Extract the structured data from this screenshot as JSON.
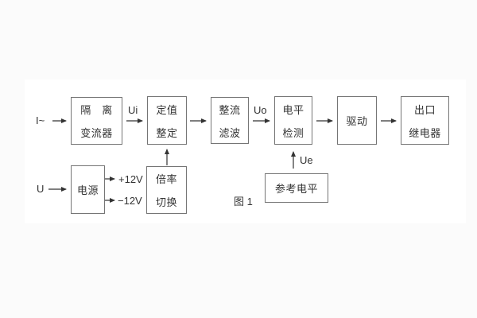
{
  "figure": {
    "caption": "图 1",
    "colors": {
      "outer_background": "#fbfbfb",
      "paper_background": "#ffffff",
      "line": "#333333",
      "box_border": "#757575",
      "text": "#333333"
    }
  },
  "boxes": [
    {
      "id": "isolation-transformer",
      "lines": [
        "隔　离",
        "变流器"
      ]
    },
    {
      "id": "setpoint-adjustment",
      "lines": [
        "定值",
        "整定"
      ]
    },
    {
      "id": "rectifier-filter",
      "lines": [
        "整流",
        "滤波"
      ]
    },
    {
      "id": "level-detection",
      "lines": [
        "电平",
        "检测"
      ]
    },
    {
      "id": "driver",
      "lines": [
        "驱动"
      ]
    },
    {
      "id": "output-relay",
      "lines": [
        "出口",
        "继电器"
      ]
    },
    {
      "id": "power-supply",
      "lines": [
        "电源"
      ]
    },
    {
      "id": "ratio-switching",
      "lines": [
        "倍率",
        "切换"
      ]
    },
    {
      "id": "reference-level",
      "lines": [
        "参考电平"
      ]
    }
  ],
  "labels": {
    "input_current": "I~",
    "ui": "Ui",
    "uo": "Uo",
    "ue": "Ue",
    "input_voltage": "U",
    "plus_12v": "+12V",
    "minus_12v": "−12V"
  }
}
